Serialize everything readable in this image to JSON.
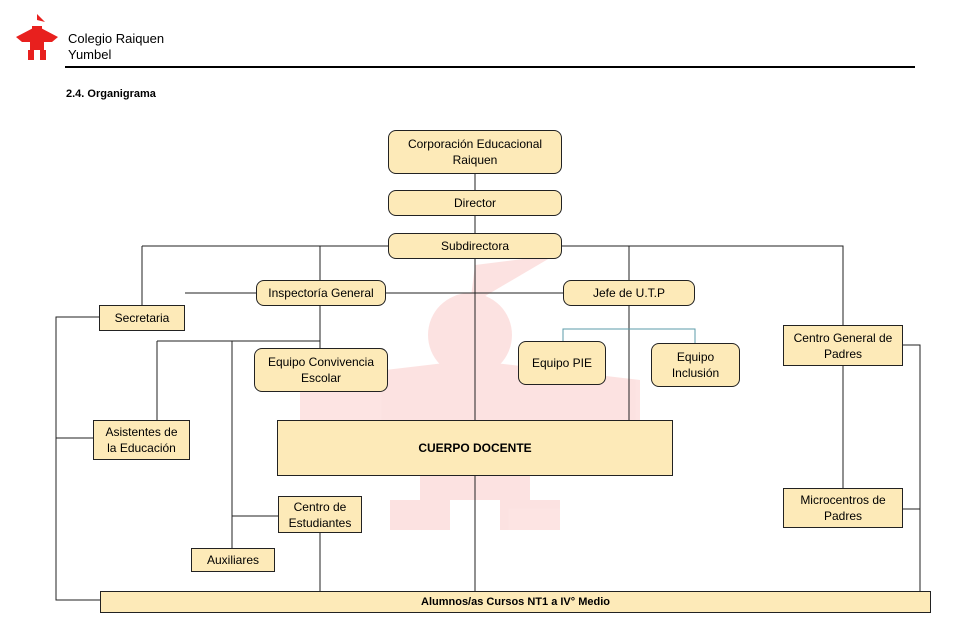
{
  "header": {
    "school_line1": "Colegio Raiquen",
    "school_line2": "Yumbel",
    "logo_icon": "school-crest-icon",
    "logo_color": "#e8201e"
  },
  "section": {
    "title": "2.4. Organigrama"
  },
  "org_chart": {
    "box_fill": "#fdeab8",
    "nodes": {
      "corporacion": "Corporación Educacional Raiquen",
      "director": "Director",
      "subdirectora": "Subdirectora",
      "inspectoria": "Inspectoría General",
      "jefe_utp": "Jefe de U.T.P",
      "secretaria": "Secretaria",
      "centro_padres": "Centro General de Padres",
      "convivencia": "Equipo Convivencia Escolar",
      "pie": "Equipo PIE",
      "inclusion": "Equipo Inclusión",
      "asistentes": "Asistentes de la Educación",
      "cuerpo_docente": "CUERPO DOCENTE",
      "centro_estudiantes": "Centro de Estudiantes",
      "microcentros": "Microcentros de Padres",
      "auxiliares": "Auxiliares",
      "alumnos": "Alumnos/as Cursos NT1 a IV° Medio"
    }
  }
}
